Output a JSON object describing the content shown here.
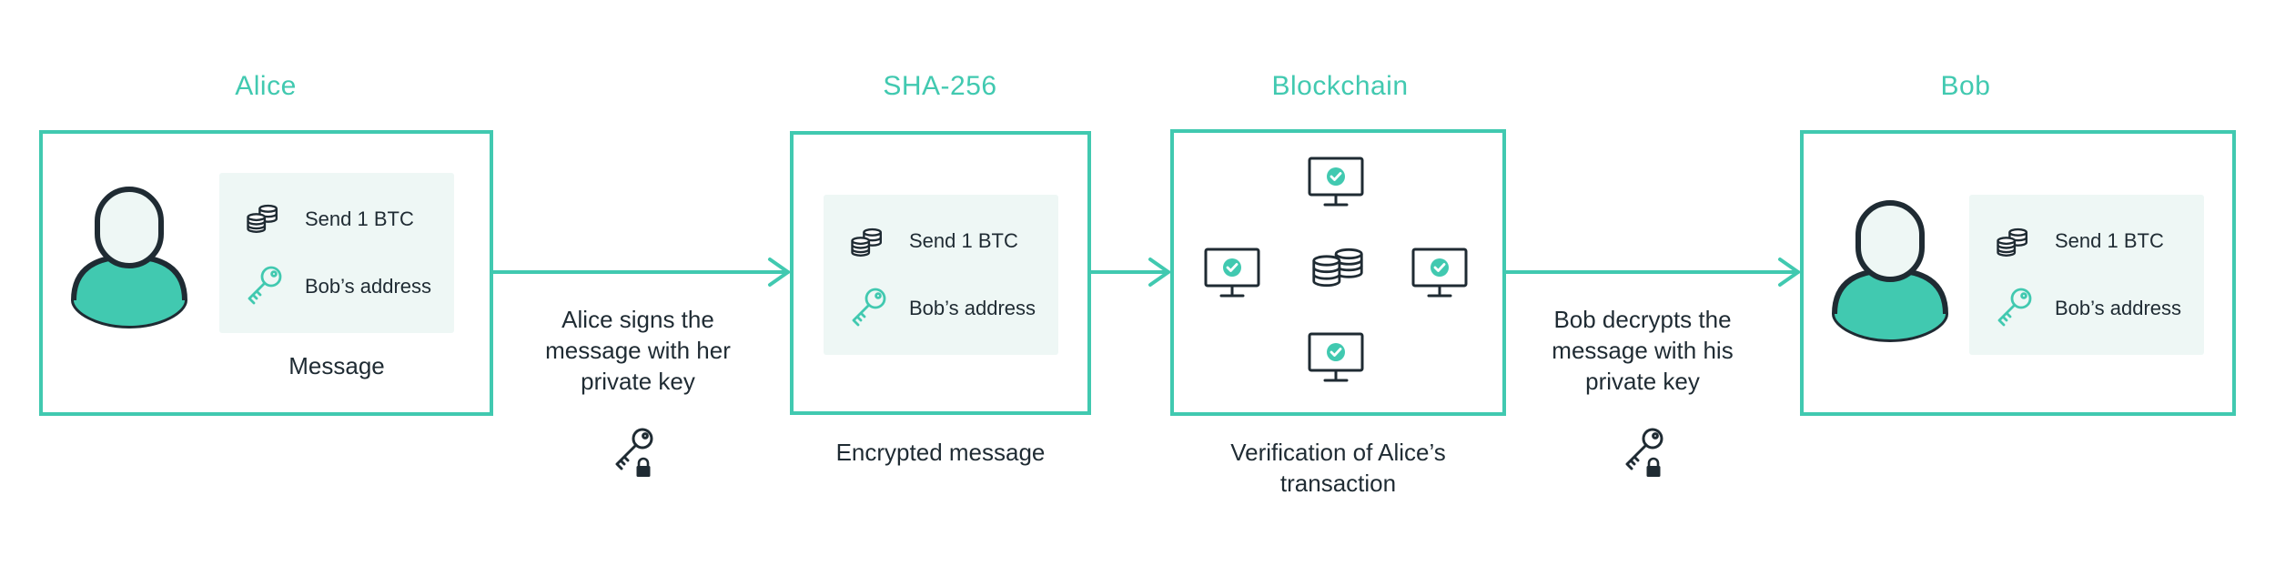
{
  "stages": {
    "alice": {
      "title": "Alice",
      "message": {
        "send_label": "Send 1 BTC",
        "address_label": "Bob’s address"
      },
      "caption": "Message"
    },
    "sha": {
      "title": "SHA-256",
      "message": {
        "send_label": "Send 1 BTC",
        "address_label": "Bob’s address"
      },
      "caption": "Encrypted message"
    },
    "blockchain": {
      "title": "Blockchain",
      "caption_line1": "Verification of Alice’s",
      "caption_line2": "transaction"
    },
    "bob": {
      "title": "Bob",
      "message": {
        "send_label": "Send 1 BTC",
        "address_label": "Bob’s address"
      }
    }
  },
  "steps": {
    "alice_signs": {
      "line1": "Alice signs the",
      "line2": "message with her",
      "line3": "private key",
      "icon": "locked-key-icon"
    },
    "bob_decrypts": {
      "line1": "Bob decrypts the",
      "line2": "message with his",
      "line3": "private key",
      "icon": "locked-key-icon"
    }
  },
  "colors": {
    "accent": "#41c9b0",
    "ink": "#1f2b33",
    "message_bg": "#eef7f5",
    "avatar_head": "#eef7f5"
  },
  "icons": [
    "coins-icon",
    "key-icon",
    "user-avatar-icon",
    "computer-check-icon",
    "database-icon",
    "arrow-right-icon",
    "locked-key-icon"
  ]
}
